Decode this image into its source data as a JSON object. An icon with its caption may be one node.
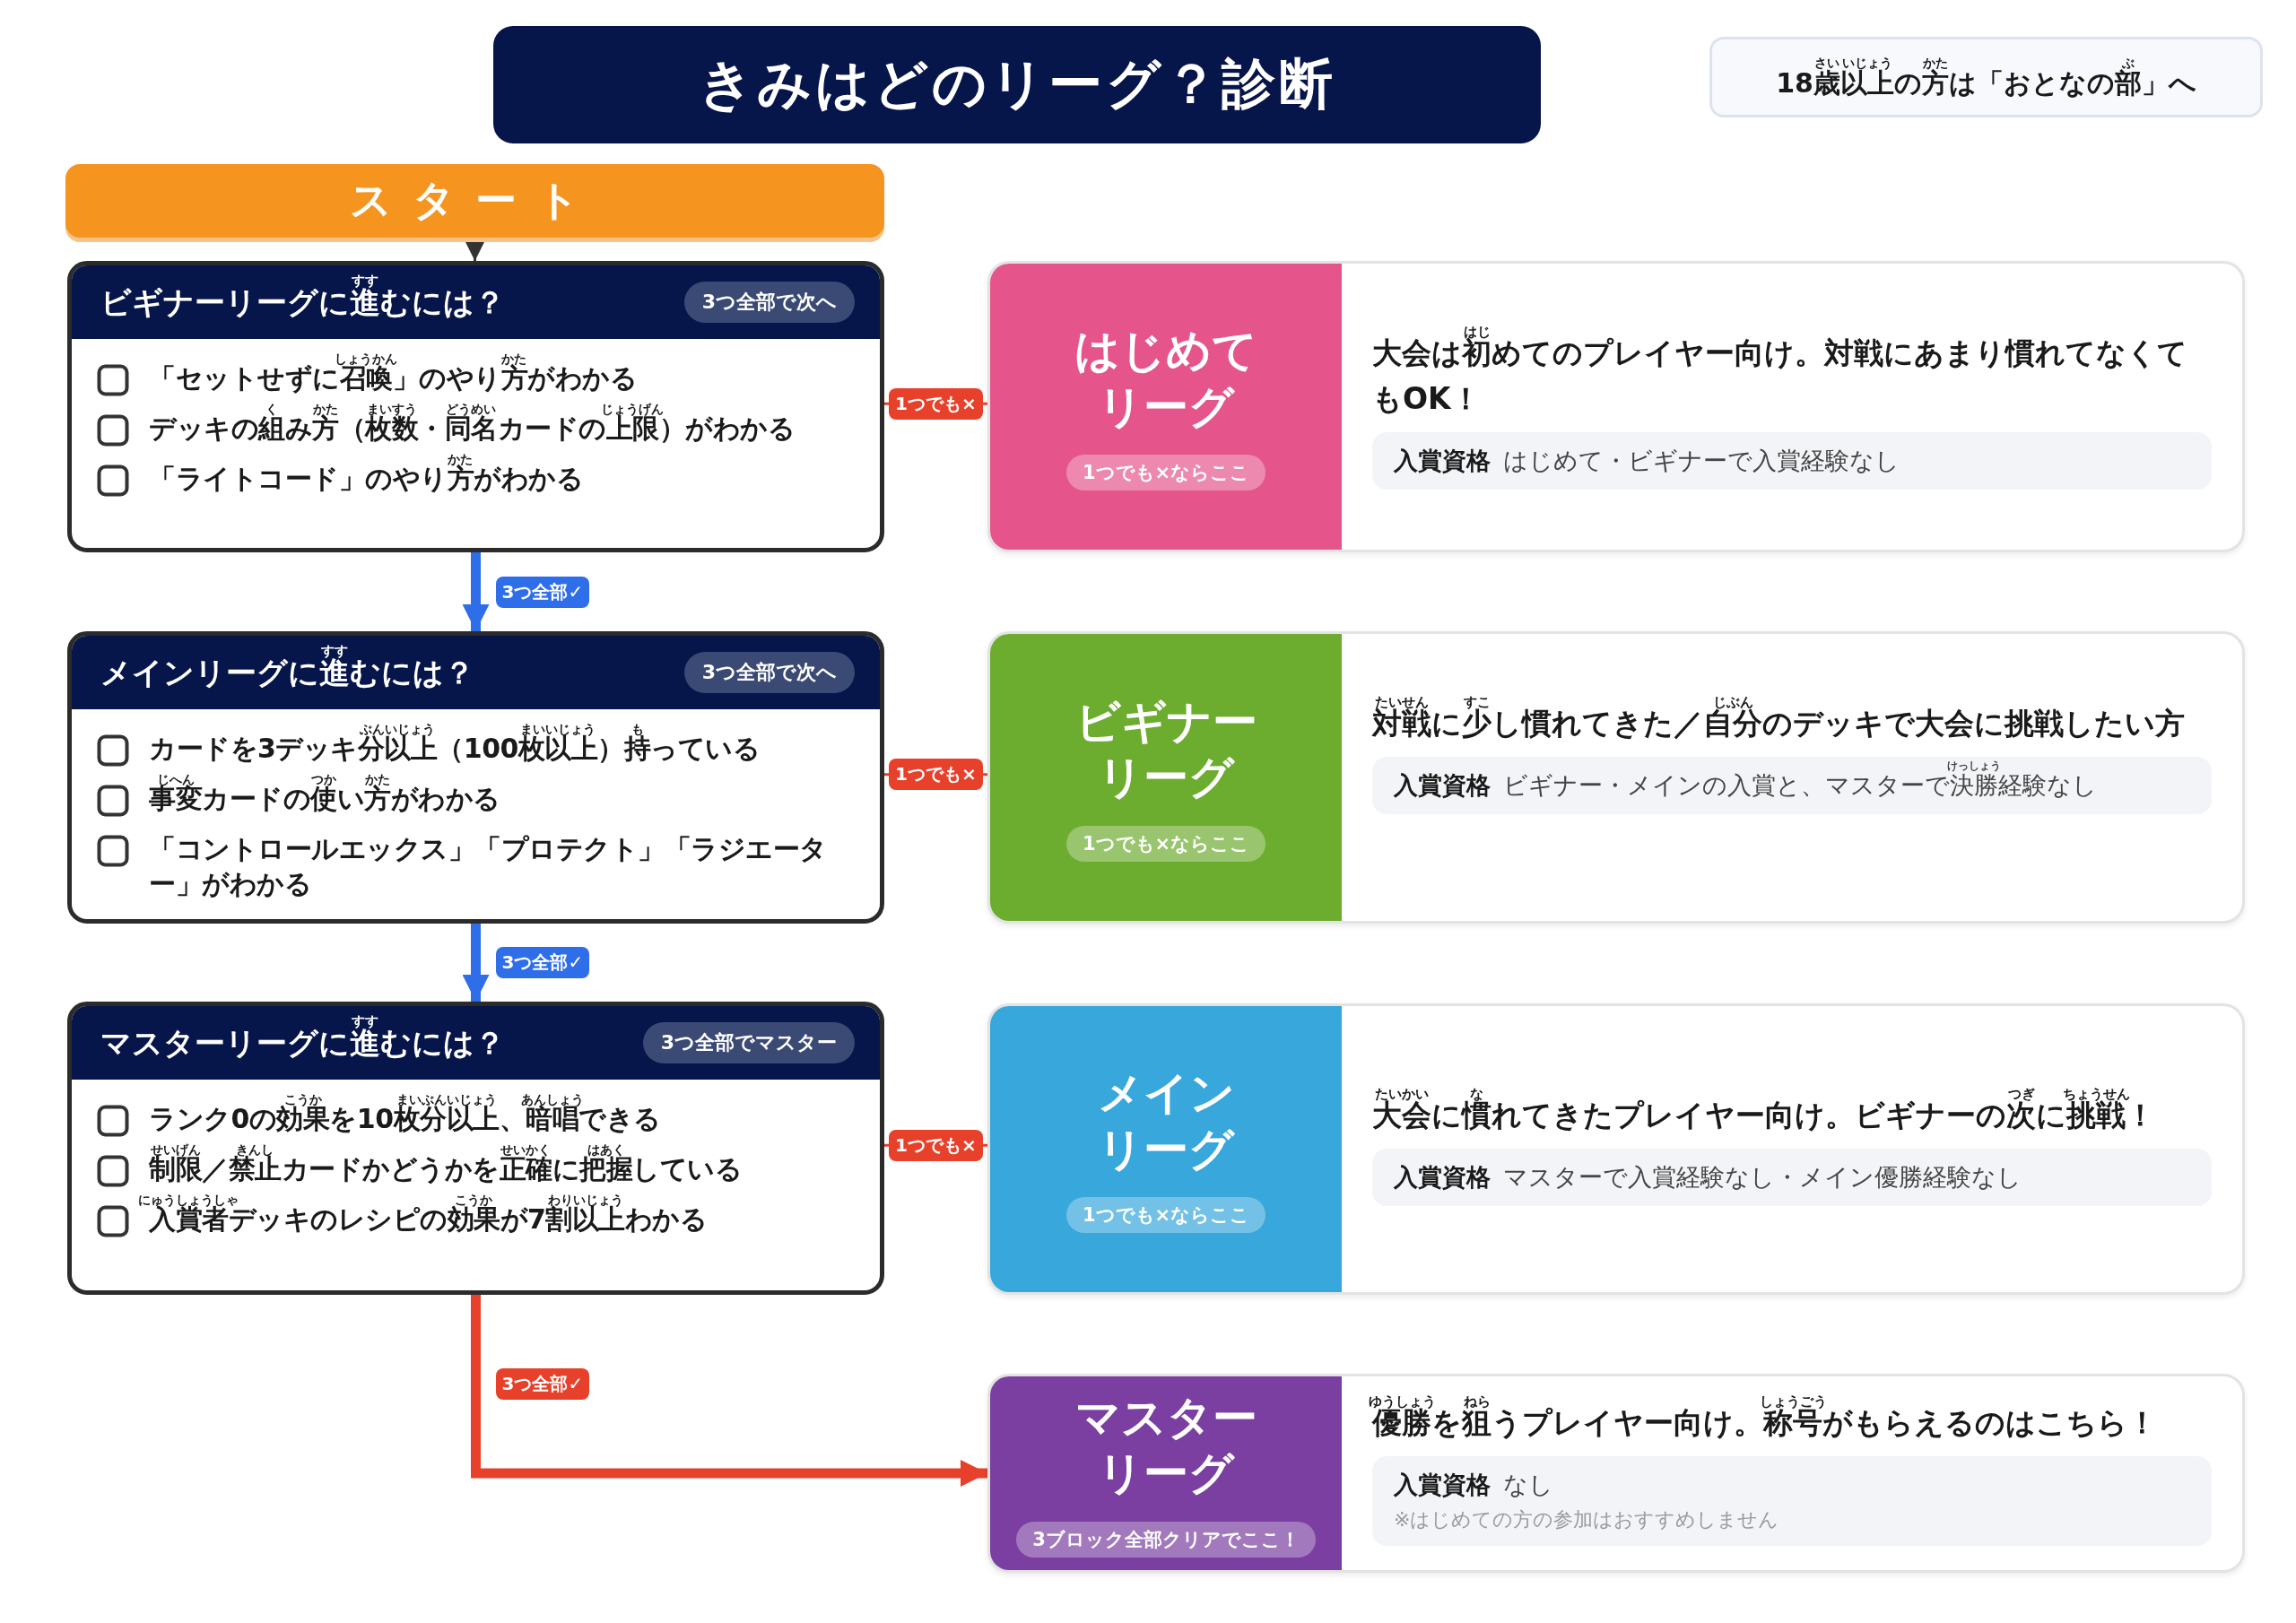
{
  "diagram": {
    "title": "きみはどのリーグ？診断",
    "nodes": [
      {
        "text": [
          "18歳以上の方は「おとなの部」へ"
        ]
      },
      {
        "text": [
          "スタート"
        ]
      },
      {
        "text": [
          "ビギナーリーグに進むには？",
          "3つ全部で次へ",
          "「セットせずに召喚」のやり方がわかる",
          "デッキの組み方（枚数・同名カードの上限）がわかる",
          "「ライトコード」のやり方がわかる"
        ]
      },
      {
        "text": [
          "はじめてリーグ",
          "1つでも×ならここ",
          "大会は初めてのプレイヤー向け。対戦にあまり慣れてなくてもOK！",
          "入賞資格",
          "はじめて・ビギナーで入賞経験なし"
        ]
      },
      {
        "text": [
          "メインリーグに進むには？",
          "3つ全部で次へ",
          "カードを3デッキ分以上（100枚以上）持っている",
          "事変カードの使い方がわかる",
          "「コントロールエックス」「プロテクト」「ラジエーター」がわかる"
        ]
      },
      {
        "text": [
          "ビギナーリーグ",
          "1つでも×ならここ",
          "対戦に少し慣れてきた／自分のデッキで大会に挑戦したい方",
          "入賞資格",
          "ビギナー・メインの入賞と、マスターで決勝経験なし"
        ]
      },
      {
        "text": [
          "マスターリーグに進むには？",
          "3つ全部でマスター",
          "ランク0の効果を10枚分以上、暗唱できる",
          "制限／禁止カードかどうかを正確に把握している",
          "入賞者デッキのレシピの効果が7割以上わかる"
        ]
      },
      {
        "text": [
          "メインリーグ",
          "1つでも×ならここ",
          "大会に慣れてきたプレイヤー向け。ビギナーの次に挑戦！",
          "入賞資格",
          "マスターで入賞経験なし・メイン優勝経験なし"
        ]
      },
      {
        "text": [
          "マスターリーグ",
          "3ブロック全部クリアでここ！",
          "優勝を狙うプレイヤー向け。称号がもらえるのはこちら！",
          "入賞資格",
          "なし",
          "※はじめての方の参加はおすすめしません"
        ]
      }
    ],
    "edges": [
      {
        "from": 1,
        "to": 2,
        "arrow": "to",
        "color": "#333333"
      },
      {
        "from": 2,
        "to": 3,
        "arrow": "none",
        "label": "1つでも×",
        "color": "#e8412b"
      },
      {
        "from": 2,
        "to": 4,
        "arrow": "to",
        "label": "3つ全部✓",
        "style": "thick",
        "color": "#2f6ee9"
      },
      {
        "from": 4,
        "to": 5,
        "arrow": "none",
        "label": "1つでも×",
        "color": "#e8412b"
      },
      {
        "from": 4,
        "to": 6,
        "arrow": "to",
        "label": "3つ全部✓",
        "style": "thick",
        "color": "#2f6ee9"
      },
      {
        "from": 6,
        "to": 7,
        "arrow": "none",
        "label": "1つでも×",
        "color": "#e8412b"
      },
      {
        "from": 6,
        "to": 8,
        "arrow": "to",
        "label": "3つ全部✓",
        "style": "thick",
        "color": "#e8412b"
      }
    ],
    "labels": [
      "さい",
      "いじょう",
      "かた",
      "ぶ",
      "すす",
      "しょうかん",
      "かた",
      "く",
      "かた",
      "まいすう",
      "どうめい",
      "じょうげん",
      "かた",
      "はじ",
      "すす",
      "ぶんいじょう",
      "まいいじょう",
      "も",
      "じへん",
      "つか",
      "かた",
      "たいせん",
      "すこ",
      "じぶん",
      "けっしょう",
      "すす",
      "こうか",
      "まいぶんいじょう",
      "あんしょう",
      "せいげん",
      "きんし",
      "せいかく",
      "はあく",
      "にゅうしょうしゃ",
      "こうか",
      "わりいじょう",
      "たいかい",
      "な",
      "つぎ",
      "ちょうせん",
      "ゆうしょう",
      "ねら",
      "しょうごう"
    ]
  }
}
